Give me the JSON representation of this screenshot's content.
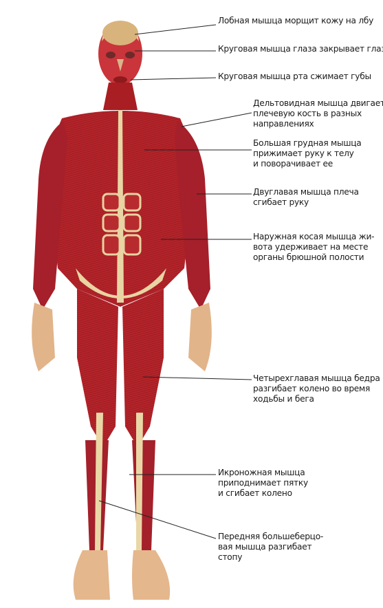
{
  "colors": {
    "muscle_dark": "#8e1418",
    "muscle": "#b8262a",
    "muscle_light": "#d2463f",
    "tendon": "#ecdcae",
    "skin": "#e8c08a",
    "leader": "#222222",
    "background": "#ffffff"
  },
  "labels": [
    {
      "id": "frontalis",
      "lines": [
        "Лобная мышца морщит кожу на лбу"
      ]
    },
    {
      "id": "orbicularis-oculi",
      "lines": [
        "Круговая мышца глаза закрывает глаз"
      ]
    },
    {
      "id": "orbicularis-oris",
      "lines": [
        "Круговая мышца рта сжимает губы"
      ]
    },
    {
      "id": "deltoid",
      "lines": [
        "Дельтовидная мышца двигает",
        "плечевую кость в разных",
        "направлениях"
      ]
    },
    {
      "id": "pectoralis",
      "lines": [
        "Большая грудная мышца",
        "прижимает руку к телу",
        "и поворачивает ее"
      ]
    },
    {
      "id": "biceps",
      "lines": [
        "Двуглавая мышца плеча",
        "сгибает руку"
      ]
    },
    {
      "id": "external-oblique",
      "lines": [
        "Наружная косая мышца жи-",
        "вота удерживает на месте",
        "органы брюшной полости"
      ]
    },
    {
      "id": "quadriceps",
      "lines": [
        "Четырехглавая мышца бедра",
        "разгибает колено во время",
        "ходьбы и бега"
      ]
    },
    {
      "id": "gastrocnemius",
      "lines": [
        "Икроножная мышца",
        "приподнимает пятку",
        "и сгибает колено"
      ]
    },
    {
      "id": "tibialis-anterior",
      "lines": [
        "Передняя большеберцо-",
        "вая мышца разгибает",
        "стопу"
      ]
    }
  ]
}
